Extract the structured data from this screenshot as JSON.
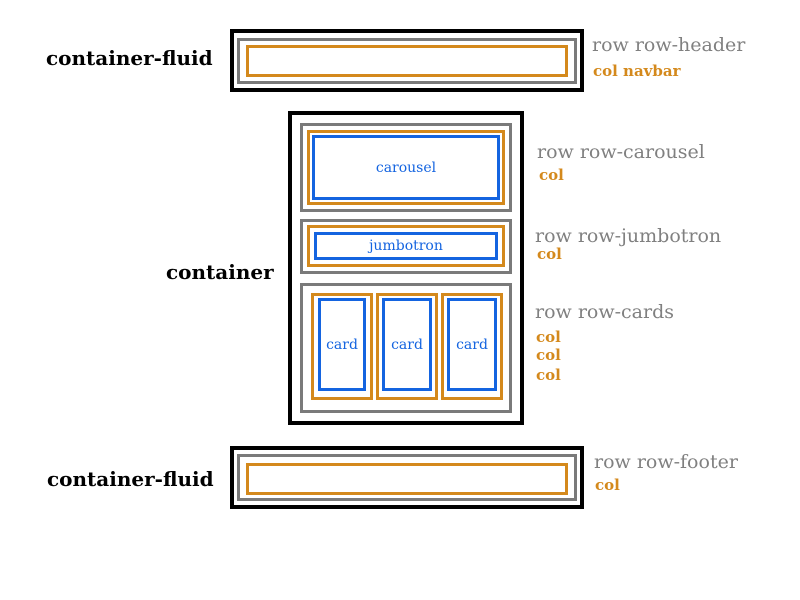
{
  "colors": {
    "container": "#000000",
    "row": "#7a7a7a",
    "col": "#d4891c",
    "component": "#1464e0"
  },
  "header": {
    "container_label": "container-fluid",
    "row_label": "row row-header",
    "col_label": "col navbar"
  },
  "main": {
    "container_label": "container",
    "carousel": {
      "row_label": "row row-carousel",
      "col_label": "col",
      "component": "carousel"
    },
    "jumbotron": {
      "row_label": "row row-jumbotron",
      "col_label": "col",
      "component": "jumbotron"
    },
    "cards": {
      "row_label": "row row-cards",
      "col_labels": [
        "col",
        "col",
        "col"
      ],
      "items": [
        "card",
        "card",
        "card"
      ]
    }
  },
  "footer": {
    "container_label": "container-fluid",
    "row_label": "row row-footer",
    "col_label": "col"
  }
}
